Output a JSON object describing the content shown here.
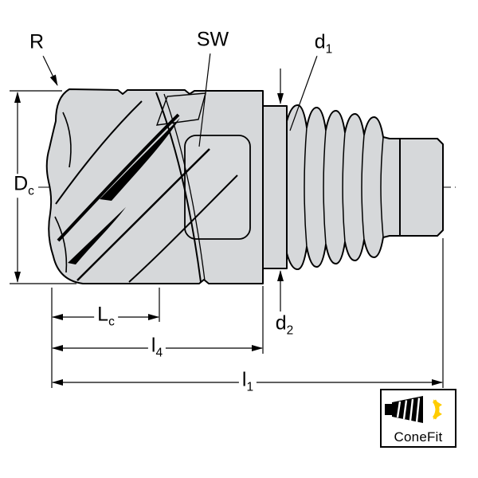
{
  "drawing": {
    "labels": {
      "radius": {
        "base": "R",
        "sub": ""
      },
      "wrench_size": {
        "base": "SW",
        "sub": ""
      },
      "d1": {
        "base": "d",
        "sub": "1"
      },
      "Dc": {
        "base": "D",
        "sub": "c"
      },
      "Lc": {
        "base": "L",
        "sub": "c"
      },
      "l4": {
        "base": "l",
        "sub": "4"
      },
      "d2": {
        "base": "d",
        "sub": "2"
      },
      "l1": {
        "base": "l",
        "sub": "1"
      }
    },
    "colors": {
      "tool_fill": "#d6d8da",
      "line": "#000000",
      "background": "#ffffff",
      "accent_yellow": "#ffcc00"
    }
  },
  "badge": {
    "label": "ConeFit"
  }
}
